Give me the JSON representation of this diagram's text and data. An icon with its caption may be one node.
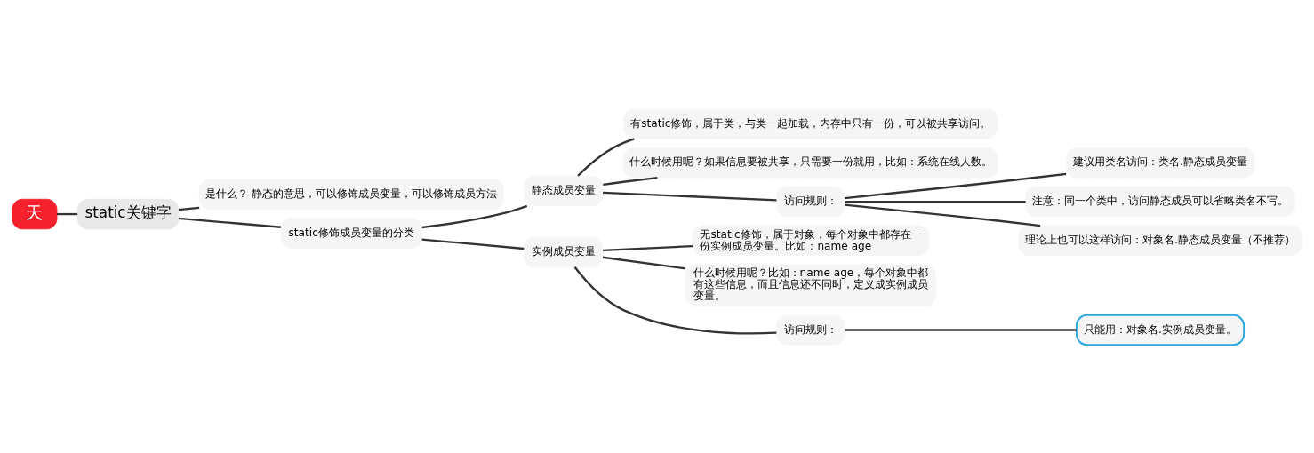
{
  "diagram": {
    "nodes": [
      {
        "text": [
          "天"
        ]
      },
      {
        "text": [
          "static关键字"
        ]
      },
      {
        "text": [
          "是什么？ 静态的意思，可以修饰成员变量，可以修饰成员方法"
        ]
      },
      {
        "text": [
          "static修饰成员变量的分类"
        ]
      },
      {
        "text": [
          "静态成员变量"
        ]
      },
      {
        "text": [
          "有static修饰，属于类，与类一起加载，内存中只有一份，可以被共享访问。"
        ]
      },
      {
        "text": [
          "什么时候用呢？如果信息要被共享，只需要一份就用，比如：系统在线人数。"
        ]
      },
      {
        "text": [
          "访问规则："
        ]
      },
      {
        "text": [
          "建议用类名访问：类名.静态成员变量"
        ]
      },
      {
        "text": [
          "注意：同一个类中，访问静态成员可以省略类名不写。"
        ]
      },
      {
        "text": [
          "理论上也可以这样访问：对象名.静态成员变量（不推荐）"
        ]
      },
      {
        "text": [
          "实例成员变量"
        ]
      },
      {
        "text": [
          "无static修饰，属于对象，每个对象中都存在一份实例成员变量。比如：name age"
        ]
      },
      {
        "text": [
          "什么时候用呢？比如：name age，每个对象中都有这些信息，而且信息还不同时，定义成实例成员变量。"
        ]
      },
      {
        "text": [
          "访问规则："
        ]
      },
      {
        "text": [
          "只能用：对象名.实例成员变量。"
        ]
      }
    ],
    "edges": [
      {
        "from": 0,
        "to": 1,
        "arrow": "none"
      },
      {
        "from": 1,
        "to": 2,
        "arrow": "none"
      },
      {
        "from": 1,
        "to": 3,
        "arrow": "none"
      },
      {
        "from": 3,
        "to": 4,
        "arrow": "none"
      },
      {
        "from": 3,
        "to": 11,
        "arrow": "none"
      },
      {
        "from": 4,
        "to": 5,
        "arrow": "none"
      },
      {
        "from": 4,
        "to": 6,
        "arrow": "none"
      },
      {
        "from": 4,
        "to": 7,
        "arrow": "none"
      },
      {
        "from": 7,
        "to": 8,
        "arrow": "none"
      },
      {
        "from": 7,
        "to": 9,
        "arrow": "none"
      },
      {
        "from": 7,
        "to": 10,
        "arrow": "none"
      },
      {
        "from": 11,
        "to": 12,
        "arrow": "none"
      },
      {
        "from": 11,
        "to": 13,
        "arrow": "none"
      },
      {
        "from": 11,
        "to": 14,
        "arrow": "none"
      },
      {
        "from": 14,
        "to": 15,
        "arrow": "none"
      }
    ]
  }
}
